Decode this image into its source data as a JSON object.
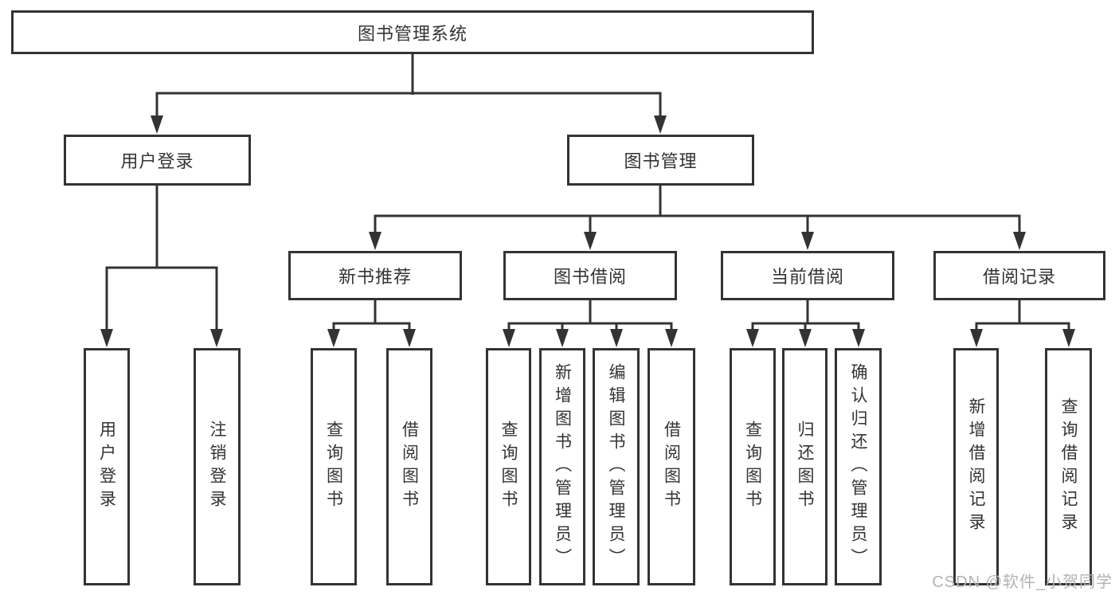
{
  "diagram": {
    "type": "hierarchy-tree",
    "tree": {
      "label": "图书管理系统",
      "children": [
        {
          "label": "用户登录",
          "children": [
            {
              "label": "用户登录"
            },
            {
              "label": "注销登录"
            }
          ]
        },
        {
          "label": "图书管理",
          "children": [
            {
              "label": "新书推荐",
              "children": [
                {
                  "label": "查询图书"
                },
                {
                  "label": "借阅图书"
                }
              ]
            },
            {
              "label": "图书借阅",
              "children": [
                {
                  "label": "查询图书"
                },
                {
                  "label": "新增图书（管理员）"
                },
                {
                  "label": "编辑图书（管理员）"
                },
                {
                  "label": "借阅图书"
                }
              ]
            },
            {
              "label": "当前借阅",
              "children": [
                {
                  "label": "查询图书"
                },
                {
                  "label": "归还图书"
                },
                {
                  "label": "确认归还（管理员）"
                }
              ]
            },
            {
              "label": "借阅记录",
              "children": [
                {
                  "label": "新增借阅记录"
                },
                {
                  "label": "查询借阅记录"
                }
              ]
            }
          ]
        }
      ]
    },
    "colors": {
      "line": "#333333",
      "box_border": "#333333",
      "box_fill": "#ffffff",
      "text": "#333333",
      "watermark": "#b3b3b3",
      "background": "#ffffff"
    }
  },
  "watermark": {
    "text": "CSDN @软件_小贺同学"
  }
}
